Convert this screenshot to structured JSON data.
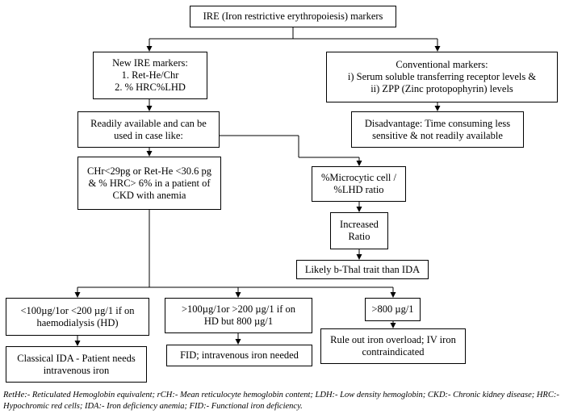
{
  "diagram": {
    "title": "IRE (Iron restrictive erythropoiesis) markers",
    "new_markers": [
      "New IRE markers:",
      "1. Ret-He/Chr",
      "2. % HRC%LHD"
    ],
    "conventional": [
      "Conventional markers:",
      "i) Serum soluble transferring receptor levels &",
      "ii) ZPP (Zinc protopophyrin) levels"
    ],
    "readily_available": [
      "Readily available and can be",
      "used in case like:"
    ],
    "disadvantage": [
      "Disadvantage: Time consuming less",
      "sensitive & not readily available"
    ],
    "chr_condition": [
      "CHr<29pg or Ret-He <30.6 pg",
      "& % HRC> 6% in a patient of",
      "CKD with anemia"
    ],
    "microcytic": [
      "%Microcytic cell /",
      "%LHD ratio"
    ],
    "increased": [
      "Increased",
      "Ratio"
    ],
    "thal": [
      "Likely b-Thal trait than IDA"
    ],
    "ferritin_low": [
      "<100µg/1or <200 µg/1 if on",
      "haemodialysis (HD)"
    ],
    "ferritin_mid": [
      ">100µg/1or >200 µg/1 if on",
      "HD but 800 µg/1"
    ],
    "ferritin_high": [
      ">800 µg/1"
    ],
    "classical_ida": [
      "Classical IDA - Patient needs",
      "intravenous iron"
    ],
    "fid": [
      "FID; intravenous iron needed"
    ],
    "overload": [
      "Rule out iron overload; IV iron",
      "contraindicated"
    ]
  },
  "footnote": "RetHe:- Reticulated Hemoglobin equivalent; rCH:- Mean reticulocyte hemoglobin content; LDH:- Low density hemoglobin; CKD:- Chronic kidney disease; HRC:- Hypochromic red cells; IDA:- Iron deficiency anemia; FID:- Functional iron deficiency."
}
